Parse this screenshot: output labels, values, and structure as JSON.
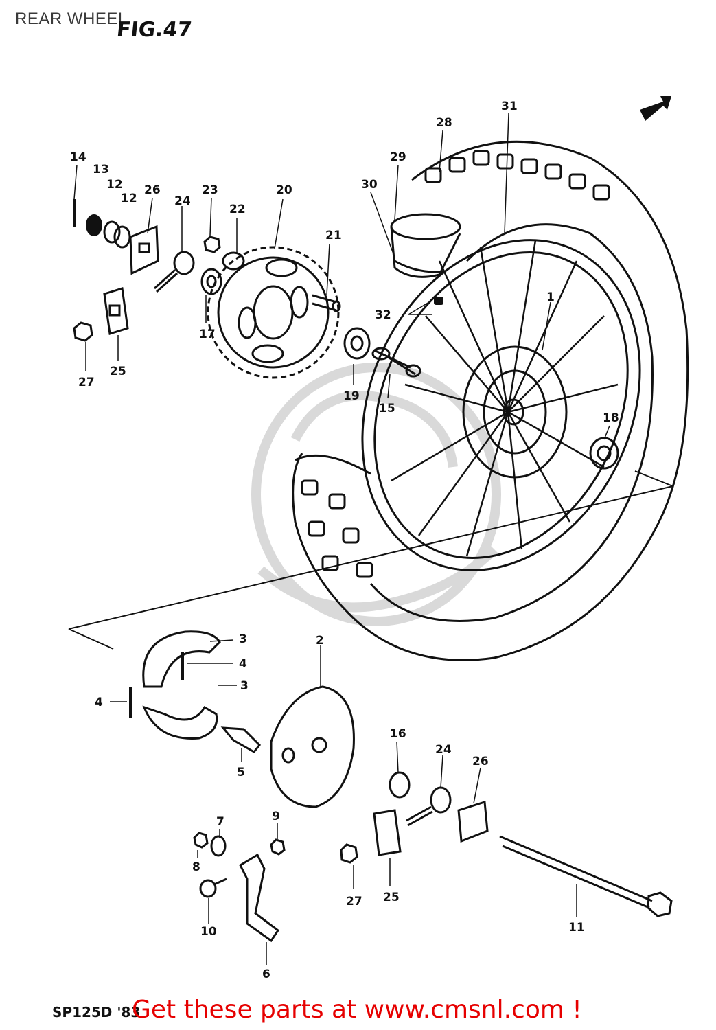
{
  "header": {
    "title": "REAR WHEEL",
    "figure": "FIG.47"
  },
  "footer": {
    "model_code": "SP125D",
    "model_suffix": "'83",
    "promo": "Get these parts at www.cmsnl.com !"
  },
  "callouts": [
    {
      "id": "c1",
      "label": "1"
    },
    {
      "id": "c2",
      "label": "2"
    },
    {
      "id": "c3a",
      "label": "3"
    },
    {
      "id": "c3b",
      "label": "3"
    },
    {
      "id": "c4a",
      "label": "4"
    },
    {
      "id": "c4b",
      "label": "4"
    },
    {
      "id": "c5",
      "label": "5"
    },
    {
      "id": "c6",
      "label": "6"
    },
    {
      "id": "c7",
      "label": "7"
    },
    {
      "id": "c8",
      "label": "8"
    },
    {
      "id": "c9",
      "label": "9"
    },
    {
      "id": "c10",
      "label": "10"
    },
    {
      "id": "c11",
      "label": "11"
    },
    {
      "id": "c12a",
      "label": "12"
    },
    {
      "id": "c12b",
      "label": "12"
    },
    {
      "id": "c13",
      "label": "13"
    },
    {
      "id": "c14",
      "label": "14"
    },
    {
      "id": "c15",
      "label": "15"
    },
    {
      "id": "c16",
      "label": "16"
    },
    {
      "id": "c17",
      "label": "17"
    },
    {
      "id": "c18",
      "label": "18"
    },
    {
      "id": "c19",
      "label": "19"
    },
    {
      "id": "c20",
      "label": "20"
    },
    {
      "id": "c21",
      "label": "21"
    },
    {
      "id": "c22",
      "label": "22"
    },
    {
      "id": "c23",
      "label": "23"
    },
    {
      "id": "c24a",
      "label": "24"
    },
    {
      "id": "c24b",
      "label": "24"
    },
    {
      "id": "c25a",
      "label": "25"
    },
    {
      "id": "c25b",
      "label": "25"
    },
    {
      "id": "c26a",
      "label": "26"
    },
    {
      "id": "c26b",
      "label": "26"
    },
    {
      "id": "c27a",
      "label": "27"
    },
    {
      "id": "c27b",
      "label": "27"
    },
    {
      "id": "c28",
      "label": "28"
    },
    {
      "id": "c29",
      "label": "29"
    },
    {
      "id": "c30",
      "label": "30"
    },
    {
      "id": "c31",
      "label": "31"
    },
    {
      "id": "c32",
      "label": "32"
    }
  ],
  "colors": {
    "line": "#111111",
    "promo": "#e60000",
    "watermark": "#d9d9d9"
  }
}
